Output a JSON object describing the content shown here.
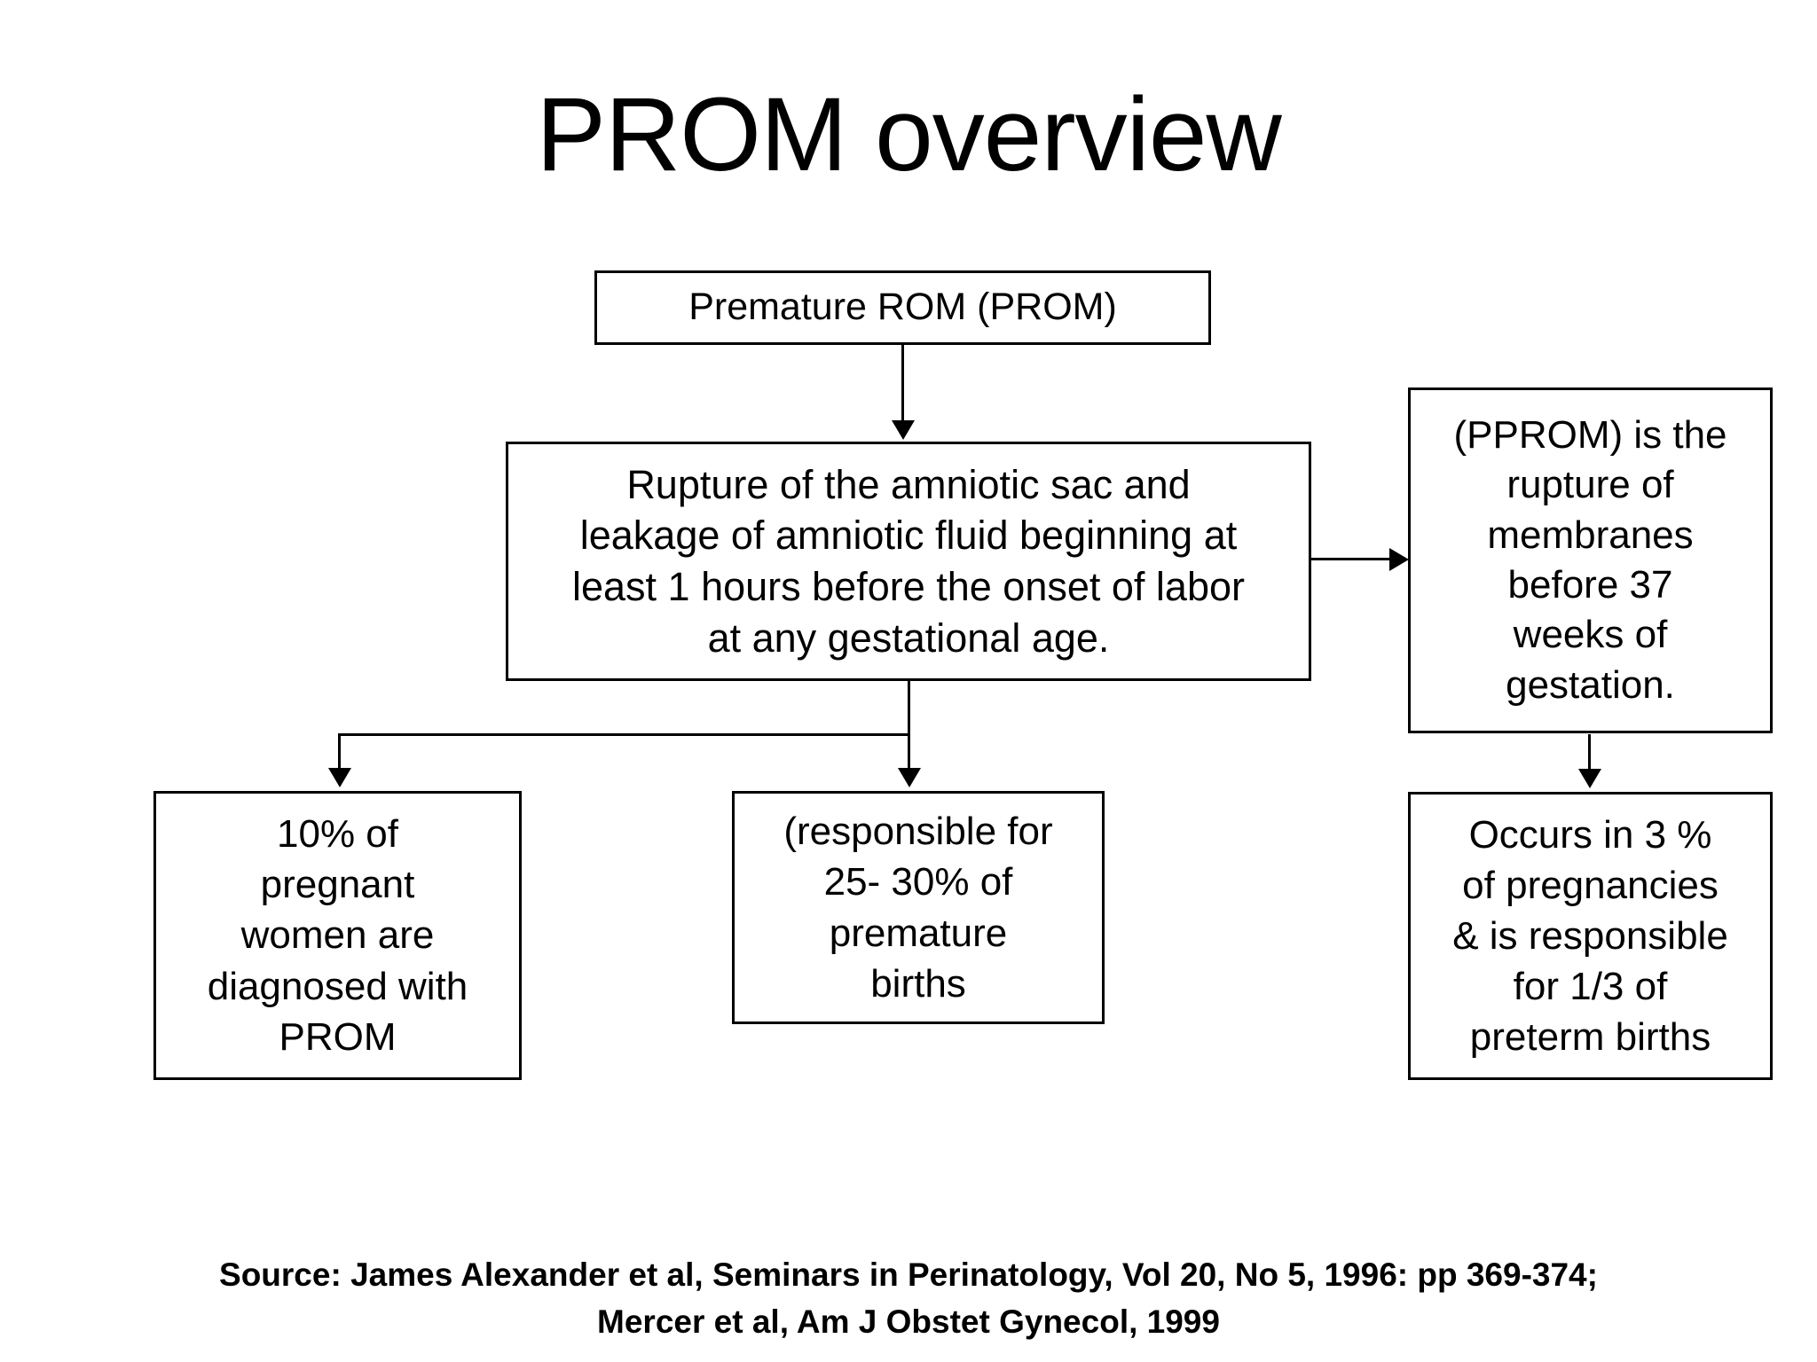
{
  "slide": {
    "title": "PROM overview",
    "background_color": "#ffffff",
    "text_color": "#000000",
    "border_color": "#000000"
  },
  "diagram": {
    "type": "flowchart",
    "nodes": {
      "prom": {
        "label": "Premature ROM (PROM)"
      },
      "definition": {
        "label": "Rupture of the amniotic sac and\nleakage of amniotic fluid beginning at\nleast 1 hours before the onset of labor\nat any gestational age."
      },
      "pprom": {
        "label": "(PPROM) is the\nrupture of\nmembranes\nbefore 37\nweeks of\ngestation."
      },
      "ten_percent": {
        "label": "10% of\npregnant\nwomen are\ndiagnosed with\nPROM"
      },
      "responsible": {
        "label": "(responsible for\n25- 30% of\npremature\nbirths"
      },
      "occurs": {
        "label": "Occurs in 3 %\nof pregnancies\n& is responsible\nfor 1/3 of\npreterm births"
      }
    },
    "edges": [
      {
        "from": "prom",
        "to": "definition",
        "direction": "down"
      },
      {
        "from": "definition",
        "to": "pprom",
        "direction": "right"
      },
      {
        "from": "definition",
        "to": "ten_percent",
        "direction": "down"
      },
      {
        "from": "definition",
        "to": "responsible",
        "direction": "down"
      },
      {
        "from": "pprom",
        "to": "occurs",
        "direction": "down"
      }
    ]
  },
  "source": {
    "line1": "Source: James Alexander et al, Seminars in Perinatology, Vol 20, No 5, 1996: pp 369-374;",
    "line2": "Mercer et al, Am J Obstet Gynecol, 1999"
  }
}
